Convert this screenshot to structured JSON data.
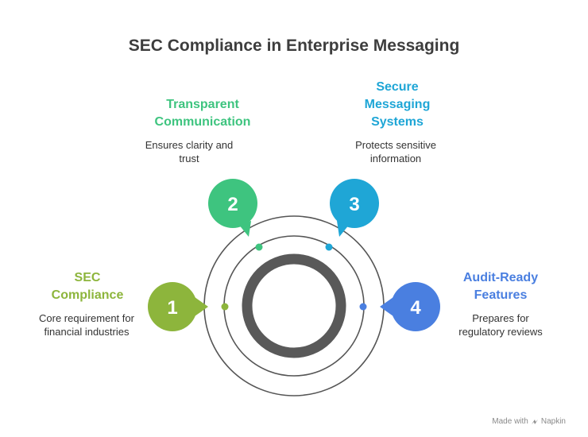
{
  "title": "SEC Compliance in Enterprise Messaging",
  "items": [
    {
      "number": "1",
      "title": "SEC\nCompliance",
      "description": "Core requirement for\nfinancial industries",
      "color": "#8db53c"
    },
    {
      "number": "2",
      "title": "Transparent\nCommunication",
      "description": "Ensures clarity and\ntrust",
      "color": "#3ec47f"
    },
    {
      "number": "3",
      "title": "Secure\nMessaging\nSystems",
      "description": "Protects sensitive\ninformation",
      "color": "#1fa6d6"
    },
    {
      "number": "4",
      "title": "Audit-Ready\nFeatures",
      "description": "Prepares for\nregulatory reviews",
      "color": "#4a7fe0"
    }
  ],
  "footer": {
    "text": "Made with",
    "brand": "Napkin"
  }
}
